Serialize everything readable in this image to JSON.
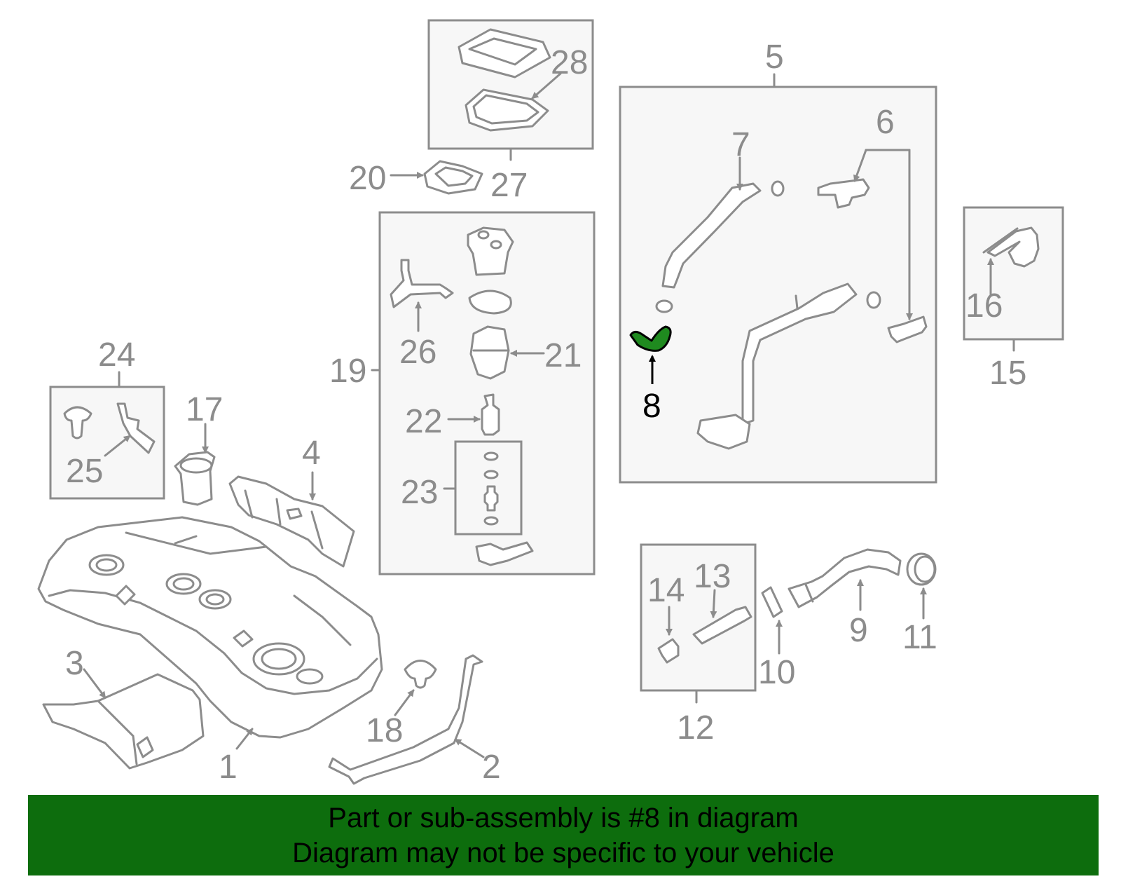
{
  "diagram": {
    "highlighted_part": "8",
    "colors": {
      "outline": "#8c8c8c",
      "box_fill": "#f7f7f7",
      "highlight": "#1f8a1f",
      "banner": "#0d6d0d",
      "callout_highlight": "#000000"
    },
    "callouts": [
      "1",
      "2",
      "3",
      "4",
      "5",
      "6",
      "7",
      "8",
      "9",
      "10",
      "11",
      "12",
      "13",
      "14",
      "15",
      "16",
      "17",
      "18",
      "19",
      "20",
      "21",
      "22",
      "23",
      "24",
      "25",
      "26",
      "27",
      "28"
    ]
  },
  "banner": {
    "line1": "Part or sub-assembly is #8 in diagram",
    "line2": "Diagram may not be specific to your vehicle"
  }
}
